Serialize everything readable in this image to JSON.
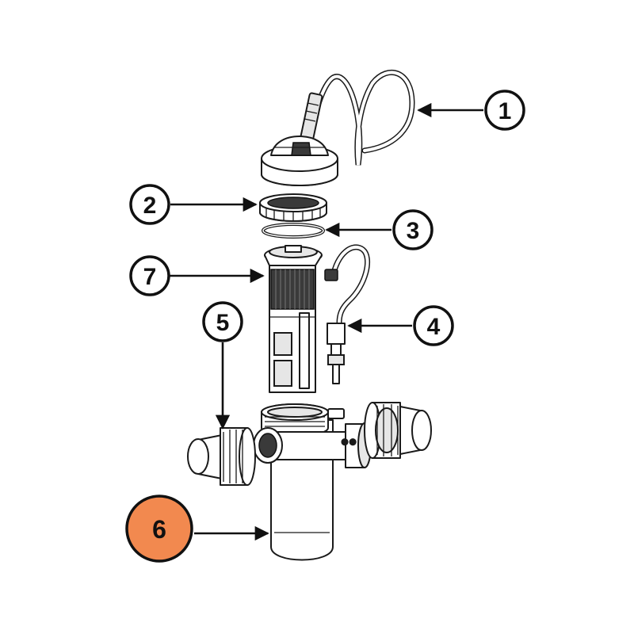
{
  "diagram": {
    "callouts": [
      {
        "id": "c1",
        "label": "1",
        "highlighted": false
      },
      {
        "id": "c2",
        "label": "2",
        "highlighted": false
      },
      {
        "id": "c3",
        "label": "3",
        "highlighted": false
      },
      {
        "id": "c4",
        "label": "4",
        "highlighted": false
      },
      {
        "id": "c5",
        "label": "5",
        "highlighted": false
      },
      {
        "id": "c6",
        "label": "6",
        "highlighted": true
      },
      {
        "id": "c7",
        "label": "7",
        "highlighted": false
      }
    ],
    "highlight_color": "#F2894F",
    "line_color": "#111111"
  }
}
